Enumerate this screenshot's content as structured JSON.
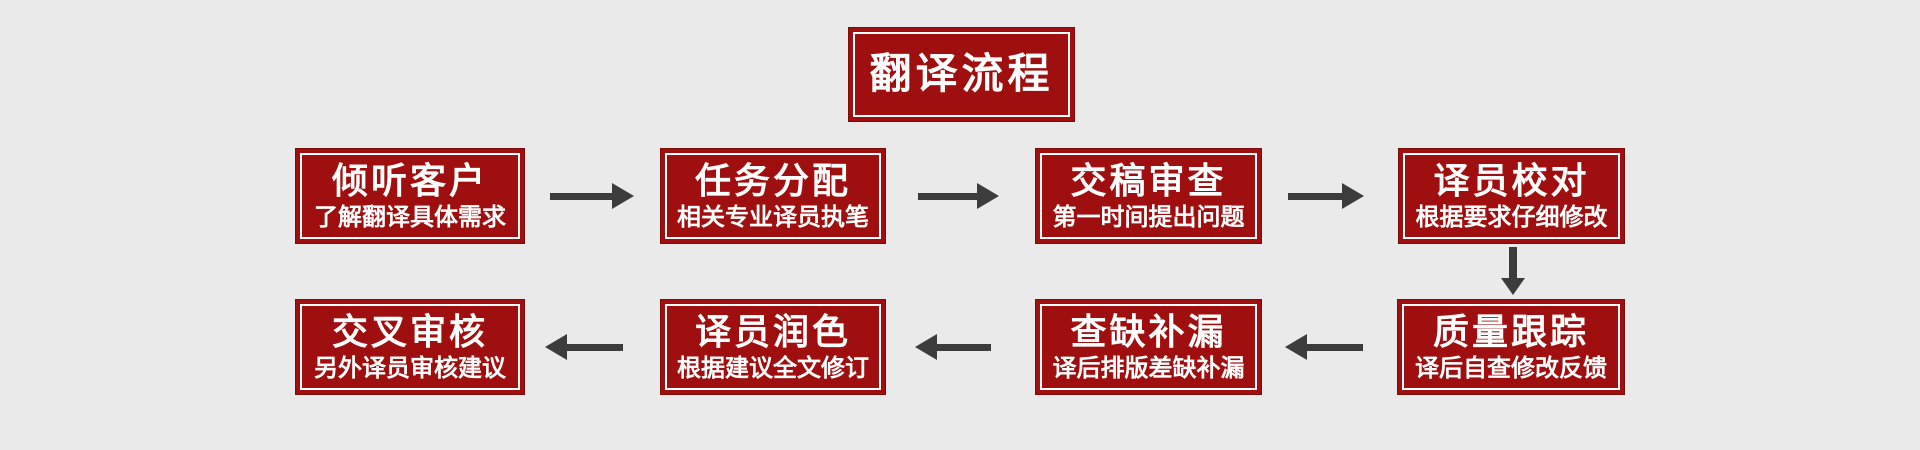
{
  "colors": {
    "bg": "#EAEAEA",
    "box_red": "#A00F0F",
    "box_border": "#7E0A0A",
    "inner_border": "#FFFFFF",
    "text": "#FFFFFF",
    "arrow": "#3C3C3C"
  },
  "title": "翻译流程",
  "steps": {
    "row1": [
      {
        "title": "倾听客户",
        "subtitle": "了解翻译具体需求"
      },
      {
        "title": "任务分配",
        "subtitle": "相关专业译员执笔"
      },
      {
        "title": "交稿审查",
        "subtitle": "第一时间提出问题"
      },
      {
        "title": "译员校对",
        "subtitle": "根据要求仔细修改"
      }
    ],
    "row2": [
      {
        "title": "交叉审核",
        "subtitle": "另外译员审核建议"
      },
      {
        "title": "译员润色",
        "subtitle": "根据建议全文修订"
      },
      {
        "title": "查缺补漏",
        "subtitle": "译后排版差缺补漏"
      },
      {
        "title": "质量跟踪",
        "subtitle": "译后自查修改反馈"
      }
    ]
  },
  "icons": {
    "arrow_right": "→",
    "arrow_left": "←",
    "arrow_down": "↓"
  }
}
